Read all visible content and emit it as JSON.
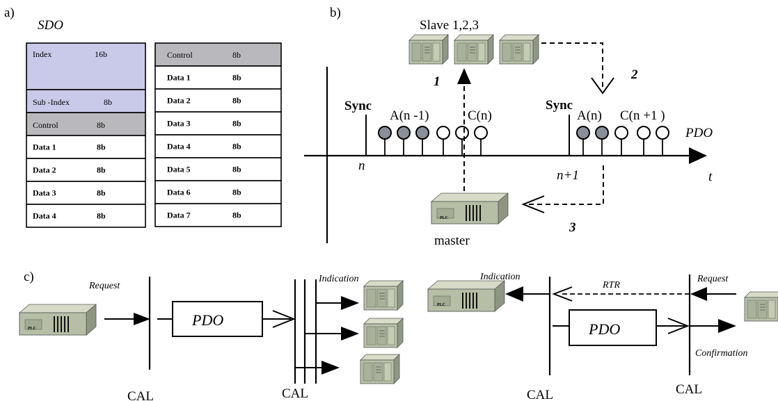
{
  "panel_labels": {
    "a": "a)",
    "b": "b)",
    "c": "c)"
  },
  "panel_a": {
    "title": "SDO",
    "left_table": {
      "index": {
        "name": "Index",
        "bits": "16b"
      },
      "subindex": {
        "name": "Sub -Index",
        "bits": "8b"
      },
      "control": {
        "name": "Control",
        "bits": "8b"
      },
      "rows": [
        {
          "name": "Data 1",
          "bits": "8b"
        },
        {
          "name": "Data 2",
          "bits": "8b"
        },
        {
          "name": "Data 3",
          "bits": "8b"
        },
        {
          "name": "Data 4",
          "bits": "8b"
        }
      ]
    },
    "right_table": {
      "control": {
        "name": "Control",
        "bits": "8b"
      },
      "rows": [
        {
          "name": "Data 1",
          "bits": "8b"
        },
        {
          "name": "Data 2",
          "bits": "8b"
        },
        {
          "name": "Data 3",
          "bits": "8b"
        },
        {
          "name": "Data 4",
          "bits": "8b"
        },
        {
          "name": "Data 5",
          "bits": "8b"
        },
        {
          "name": "Data 6",
          "bits": "8b"
        },
        {
          "name": "Data 7",
          "bits": "8b"
        }
      ]
    },
    "colors": {
      "index_fill": "#c9c9ea",
      "control_fill": "#b9b9bd",
      "border": "#000000"
    }
  },
  "panel_b": {
    "slaves_label": "Slave 1,2,3",
    "master_label": "master",
    "plc_label": "PLC",
    "sync_1": "Sync",
    "sync_2": "Sync",
    "a_n_minus_1": "A(n -1)",
    "c_n": "C(n)",
    "a_n": "A(n)",
    "c_n_plus_1": "C(n  +1 )",
    "pdo": "PDO",
    "n": "n",
    "n_plus_1": "n+1",
    "t": "t",
    "step_1": "1",
    "step_2": "2",
    "step_3": "3",
    "colors": {
      "filled_marker": "#8a9099",
      "device_body": "#b8c0a8",
      "device_dark": "#7d8570"
    }
  },
  "panel_c": {
    "left": {
      "request": "Request",
      "pdo": "PDO",
      "indication": "Indication",
      "cal_1": "CAL",
      "cal_2": "CAL",
      "plc_label": "PLC"
    },
    "right": {
      "indication": "Indication",
      "rtr": "RTR",
      "request": "Request",
      "pdo": "PDO",
      "confirmation": "Confirmation",
      "cal_1": "CAL",
      "cal_2": "CAL",
      "plc_label": "PLC"
    }
  }
}
